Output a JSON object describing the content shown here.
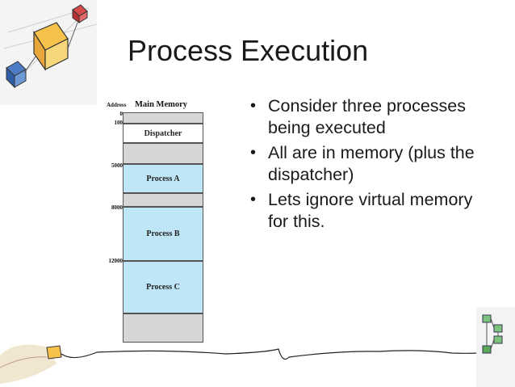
{
  "slide": {
    "title": "Process Execution"
  },
  "memory": {
    "header_address": "Address",
    "header_title": "Main Memory",
    "addresses": [
      "0",
      "100",
      "5000",
      "8000",
      "12000"
    ],
    "blocks": {
      "dispatcher": "Dispatcher",
      "process_a": "Process A",
      "process_b": "Process B",
      "process_c": "Process C"
    }
  },
  "bullets": [
    "Consider three processes being executed",
    "All are in memory (plus the dispatcher)",
    "Lets ignore virtual memory for this."
  ],
  "colors": {
    "process_fill": "#bfe6f6",
    "free_fill": "#d6d6d6"
  }
}
